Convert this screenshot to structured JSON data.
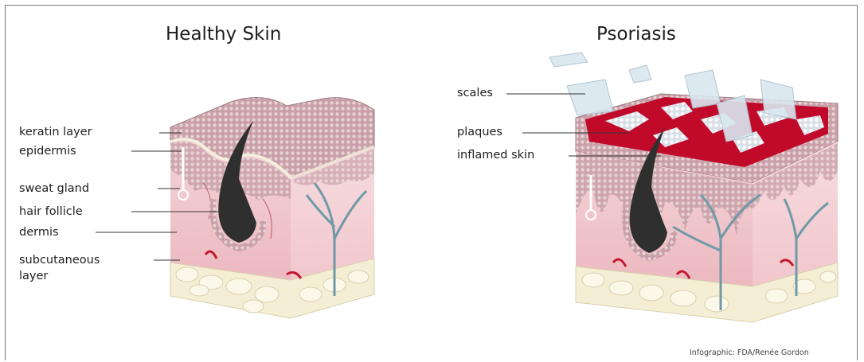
{
  "titles": {
    "healthy": "Healthy Skin",
    "psoriasis": "Psoriasis"
  },
  "healthy_labels": {
    "keratin_layer": "keratin layer",
    "epidermis": "epidermis",
    "sweat_gland": "sweat gland",
    "hair_follicle": "hair follicle",
    "dermis": "dermis",
    "subcutaneous_line1": "subcutaneous",
    "subcutaneous_line2": "layer"
  },
  "psoriasis_labels": {
    "scales": "scales",
    "plaques": "plaques",
    "inflamed_skin": "inflamed skin"
  },
  "credit": "Infographic: FDA/Renée Gordon",
  "colors": {
    "epidermis": "#c9a0a8",
    "dermis": "#f1c6cb",
    "dermis_dark": "#e3a7b0",
    "keratin": "#f3f0dc",
    "fat": "#f4efd4",
    "plaque": "#c10a2a",
    "vessel": "#6f99a6",
    "hair": "#2f2f2f",
    "scale": "#d9e7f0"
  }
}
